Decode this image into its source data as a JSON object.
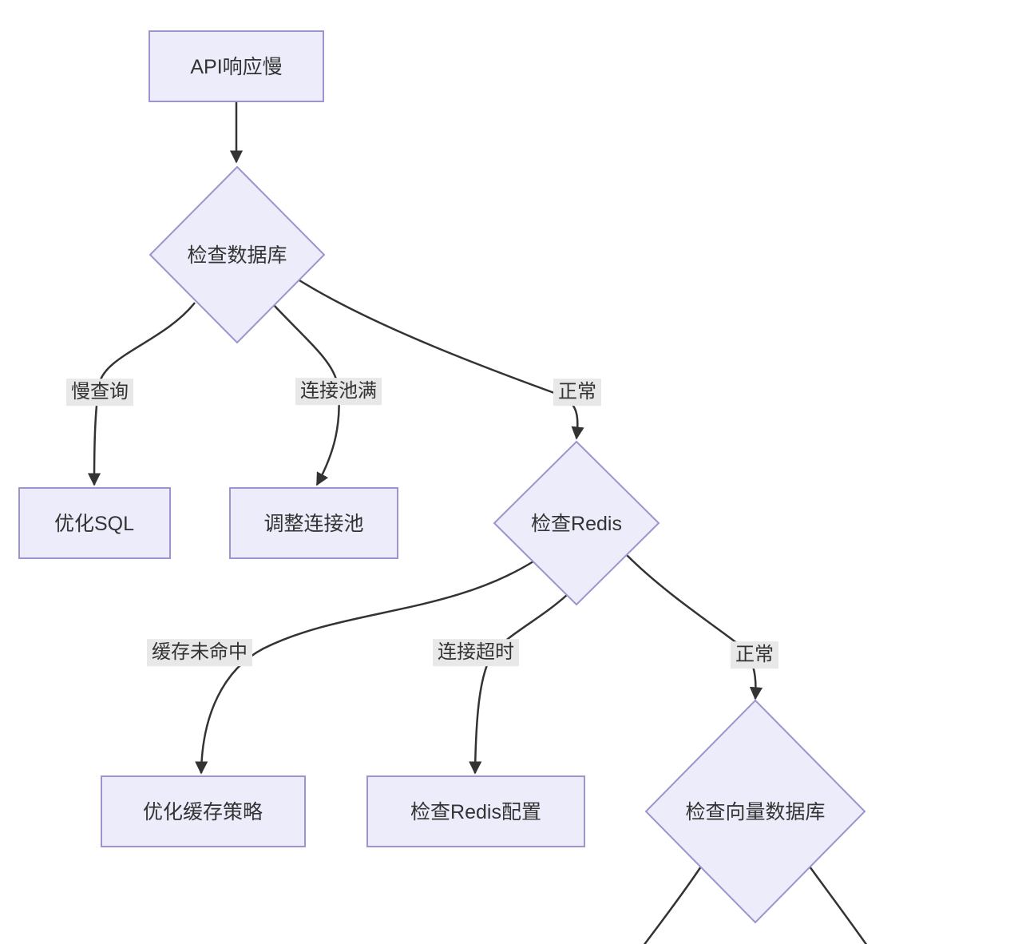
{
  "diagram": {
    "type": "flowchart",
    "direction": "top-down",
    "nodes": [
      {
        "id": "api-slow",
        "shape": "rect",
        "label": "API响应慢"
      },
      {
        "id": "check-database",
        "shape": "diamond",
        "label": "检查数据库"
      },
      {
        "id": "optimize-sql",
        "shape": "rect",
        "label": "优化SQL"
      },
      {
        "id": "adjust-connection-pool",
        "shape": "rect",
        "label": "调整连接池"
      },
      {
        "id": "check-redis",
        "shape": "diamond",
        "label": "检查Redis"
      },
      {
        "id": "optimize-cache-strategy",
        "shape": "rect",
        "label": "优化缓存策略"
      },
      {
        "id": "check-redis-config",
        "shape": "rect",
        "label": "检查Redis配置"
      },
      {
        "id": "check-vector-db",
        "shape": "diamond",
        "label": "检查向量数据库"
      }
    ],
    "edges": [
      {
        "from": "api-slow",
        "to": "check-database",
        "label": ""
      },
      {
        "from": "check-database",
        "to": "optimize-sql",
        "label": "慢查询"
      },
      {
        "from": "check-database",
        "to": "adjust-connection-pool",
        "label": "连接池满"
      },
      {
        "from": "check-database",
        "to": "check-redis",
        "label": "正常"
      },
      {
        "from": "check-redis",
        "to": "optimize-cache-strategy",
        "label": "缓存未命中"
      },
      {
        "from": "check-redis",
        "to": "check-redis-config",
        "label": "连接超时"
      },
      {
        "from": "check-redis",
        "to": "check-vector-db",
        "label": "正常"
      },
      {
        "from": "check-vector-db",
        "to": "(offscreen-bottom-left)",
        "label": ""
      },
      {
        "from": "check-vector-db",
        "to": "(offscreen-bottom-right)",
        "label": ""
      }
    ]
  },
  "theme": {
    "node_fill": "#ECECFA",
    "node_border": "#9C94CE",
    "edge_color": "#333333",
    "edge_label_bg": "#E8E8E8",
    "text_color": "#333333",
    "background": "#FFFFFF"
  }
}
